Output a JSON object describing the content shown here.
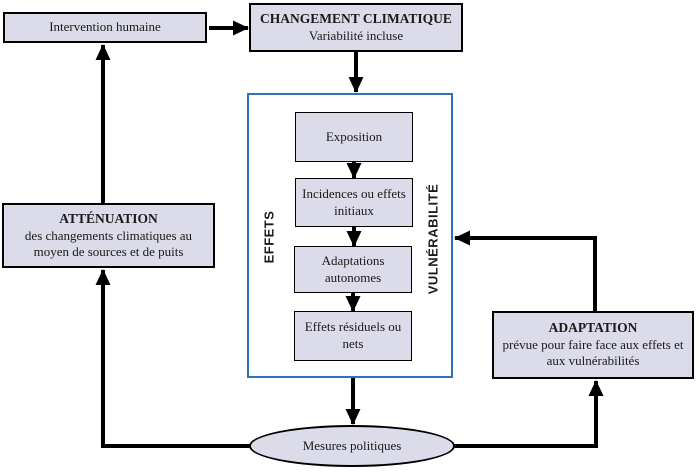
{
  "colors": {
    "box_fill": "#dbdbea",
    "box_border": "#000000",
    "frame_border": "#2e73b4",
    "arrow_color": "#000000"
  },
  "nodes": {
    "intervention": {
      "label": "Intervention humaine"
    },
    "changement": {
      "title": "CHANGEMENT CLIMATIQUE",
      "subtitle": "Variabilité incluse"
    },
    "frame": {
      "left_label": "EFFETS",
      "right_label": "VULNÉRABILITÉ"
    },
    "exposition": {
      "label": "Exposition"
    },
    "incidences": {
      "label": "Incidences ou effets initiaux"
    },
    "adaptations_autonomes": {
      "label": "Adaptations autonomes"
    },
    "effets_residuels": {
      "label": "Effets résiduels ou nets"
    },
    "attenuation": {
      "title": "ATTÉNUATION",
      "subtitle": "des changements climatiques au moyen de sources et de puits"
    },
    "adaptation": {
      "title": "ADAPTATION",
      "subtitle": "prévue pour faire face aux effets et aux vulnérabilités"
    },
    "mesures": {
      "label": "Mesures politiques"
    }
  }
}
